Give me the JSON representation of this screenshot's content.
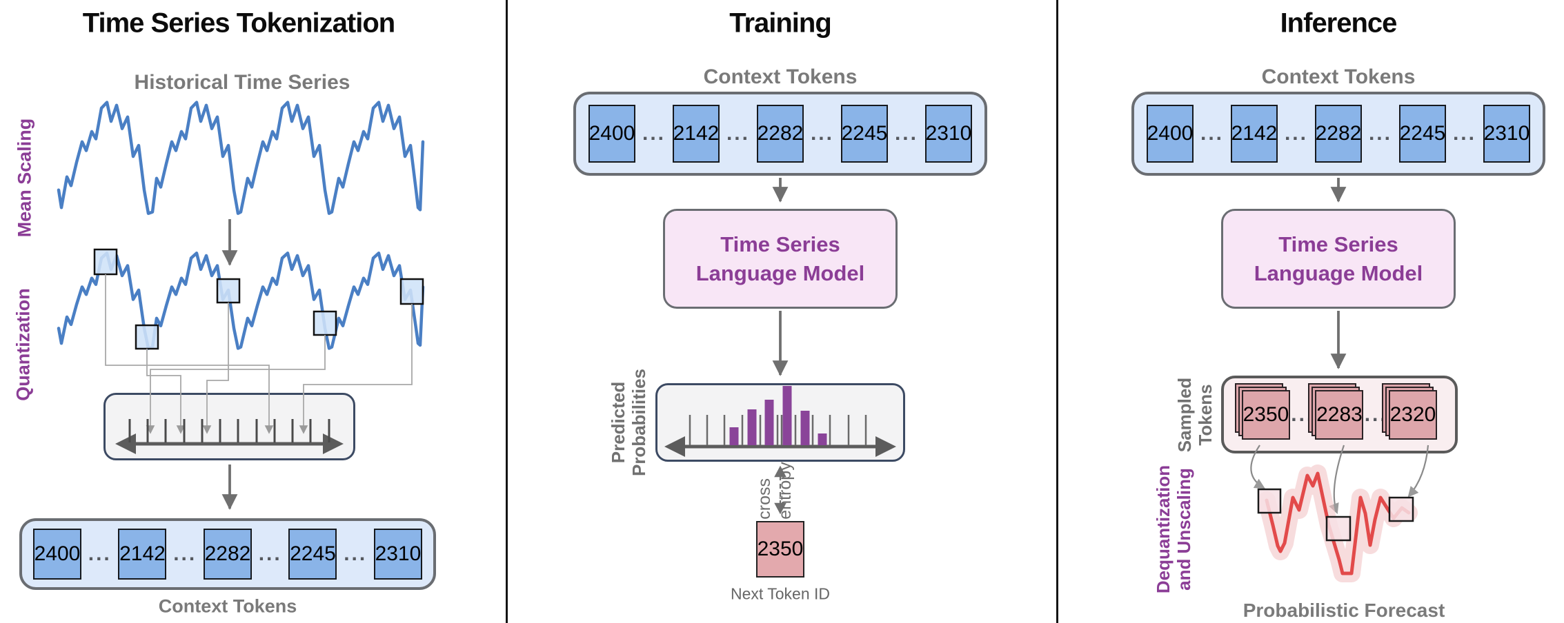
{
  "ui": {
    "dots": "..."
  },
  "colors": {
    "series_blue": "#4a7fc4",
    "token_blue": "#8ab4e8",
    "token_container_blue": "#dde9fa",
    "model_pink": "#f8e6f6",
    "purple_accent": "#8b3d96",
    "histogram_purple": "#8a4499",
    "sampled_card_pink": "#dea6ab",
    "forecast_red": "#e24a4a",
    "gray_label": "#7a7a7a",
    "box_gray": "#f3f3f4",
    "box_navy_border": "#3c4a63"
  },
  "left": {
    "title": "Time Series Tokenization",
    "series_label": "Historical Time Series",
    "mean_scaling_label": "Mean Scaling",
    "quantization_label": "Quantization",
    "context_tokens_label": "Context Tokens",
    "tokens": [
      "2400",
      "2142",
      "2282",
      "2245",
      "2310"
    ]
  },
  "middle": {
    "title": "Training",
    "context_tokens_label": "Context Tokens",
    "tokens": [
      "2400",
      "2142",
      "2282",
      "2245",
      "2310"
    ],
    "model_line1": "Time Series",
    "model_line2": "Language Model",
    "predicted_label_line1": "Predicted",
    "predicted_label_line2": "Probabilities",
    "cross_entropy_line1": "cross",
    "cross_entropy_line2": "entropy",
    "next_token": "2350",
    "next_token_label": "Next Token ID"
  },
  "right": {
    "title": "Inference",
    "context_tokens_label": "Context Tokens",
    "tokens": [
      "2400",
      "2142",
      "2282",
      "2245",
      "2310"
    ],
    "model_line1": "Time Series",
    "model_line2": "Language Model",
    "sampled_label_line1": "Sampled",
    "sampled_label_line2": "Tokens",
    "sampled_tokens": [
      "2350",
      "2283",
      "2320"
    ],
    "dequant_label_line1": "Dequantization",
    "dequant_label_line2": "and Unscaling",
    "forecast_label": "Probabilistic Forecast"
  }
}
